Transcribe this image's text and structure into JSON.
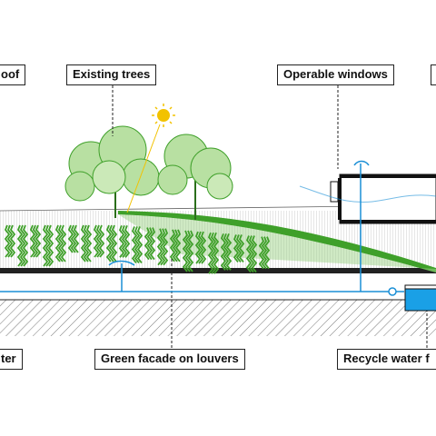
{
  "labels": {
    "green_roof": "oof",
    "existing_trees": "Existing trees",
    "operable_windows": "Operable windows",
    "rainwater": "ter",
    "green_facade": "Green facade on louvers",
    "recycle_water": "Recycle water f"
  },
  "colors": {
    "line": "#222222",
    "water": "#1a8fd6",
    "tank": "#1aa0e6",
    "foliage": "#3fa02a",
    "sun": "#f2c200",
    "hatch": "#444444"
  },
  "icons": [
    "sun-icon",
    "tree-icon",
    "water-drop-icon"
  ]
}
